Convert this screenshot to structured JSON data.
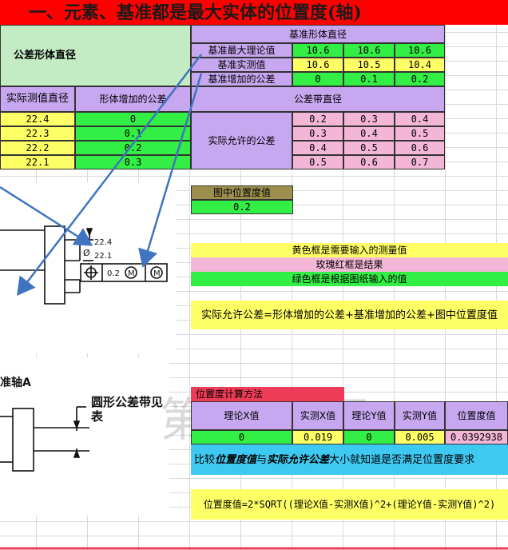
{
  "header": {
    "title": "一、元素、基准都是最大实体的位置度(轴)"
  },
  "top_table": {
    "tolerance_diameter_label": "公差形体直径",
    "datum_diameter_header": "基准形体直径",
    "rows": [
      {
        "label": "基准最大理论值",
        "values": [
          "10.6",
          "10.6",
          "10.6"
        ]
      },
      {
        "label": "基准实测值",
        "values": [
          "10.6",
          "10.5",
          "10.4"
        ]
      },
      {
        "label": "基准增加的公差",
        "values": [
          "0",
          "0.1",
          "0.2"
        ]
      }
    ]
  },
  "mid_table": {
    "col_measured": "实际测值直径",
    "col_added": "形体增加的公差",
    "col_zone": "公差带直径",
    "allowed_label": "实际允许的公差",
    "measured": [
      "22.4",
      "22.3",
      "22.2",
      "22.1"
    ],
    "added": [
      "0",
      "0.1",
      "0.2",
      "0.3"
    ],
    "zone": [
      [
        "0.2",
        "0.3",
        "0.4"
      ],
      [
        "0.3",
        "0.4",
        "0.5"
      ],
      [
        "0.4",
        "0.5",
        "0.6"
      ],
      [
        "0.5",
        "0.6",
        "0.7"
      ]
    ]
  },
  "position_box": {
    "label": "图中位置度值",
    "value": "0.2"
  },
  "legend": {
    "yellow": "黄色框是需要输入的测量值",
    "pink": "玫瑰红框是结果",
    "green": "绿色框是根据图纸输入的值"
  },
  "formula_note": "实际允许公差=形体增加的公差+基准增加的公差+图中位置度值",
  "drawing_top": {
    "dim1": "22.4",
    "dim2": "22.1",
    "frame_value": "0.2",
    "mod1": "M",
    "mod2": "M",
    "diam": "Ø"
  },
  "drawing_bottom": {
    "title": "准轴A",
    "note": "圆形公差带见表"
  },
  "watermark": "第 1 页",
  "calc": {
    "title": "位置度计算方法",
    "headers": [
      "理论X值",
      "实测X值",
      "理论Y值",
      "实测Y值",
      "位置度值"
    ],
    "values": [
      "0",
      "0.019",
      "0",
      "0.005",
      "0.0392938"
    ],
    "compare_pre": "比较",
    "compare_b1": "位置度值",
    "compare_mid": "与",
    "compare_b2": "实际允许公差",
    "compare_post": "大小就知道是否满足位置度要求",
    "formula": "位置度值=2*SQRT((理论X值-实测X值)^2+(理论Y值-实测Y值)^2)"
  },
  "colors": {
    "title_bg": "#ff0000",
    "input": "#ffff66",
    "result": "#f4b6d6",
    "drawing": "#33ee44",
    "header": "#c7a8f0",
    "arrow": "#3f74c0"
  }
}
